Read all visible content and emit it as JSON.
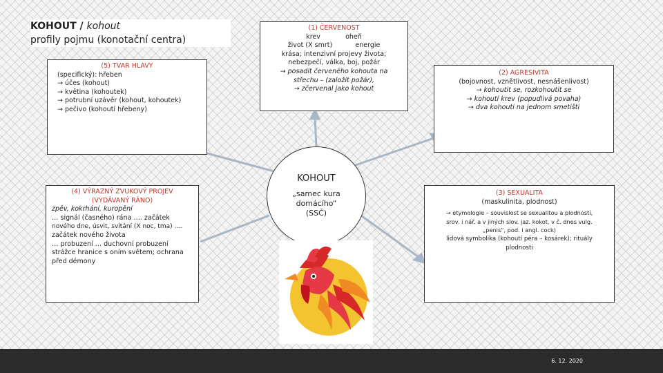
{
  "title": {
    "main": "KOHOUT /",
    "main_italic": "kohout",
    "sub": "profily pojmu (konotační centra)"
  },
  "hub": {
    "label": "KOHOUT",
    "def_1": "„samec kura",
    "def_2": "domácího“",
    "source": "(SSČ)"
  },
  "boxes": {
    "cervenost": {
      "head": "(1)  ČERVENOST",
      "lines": [
        "krev            oheň",
        "život (X smrt)           energie",
        "krása; intenzivní projevy života;",
        "nebezpečí, válka, boj, požár",
        "→  posadit červeného kohouta na",
        "střechu – (založit požár),",
        "→  zčervenal jako kohout"
      ]
    },
    "agresivita": {
      "head": "(2) AGRESIVITA",
      "lines": [
        "(bojovnost, vznětlivost, nesnášenlivost)",
        "→ kohoutit se, rozkohoutit se",
        "→ kohoutí krev (popudlivá povaha)",
        "→ dva kohouti na jednom smetišti"
      ]
    },
    "sexualita": {
      "head": "(3) SEXUALITA",
      "sub": "(maskulinita, plodnost)",
      "lines": [
        "→  etymologie – souvislost se sexualitou a plodností,",
        "srov. i nář. a v jiných slov. jaz. kokot, v č. dnes vulg.",
        "„penis“, pod. i angl. cock)",
        "lidová symbolika (kohoutí péra – kosárek); rituály",
        "plodnosti"
      ]
    },
    "zvukovy": {
      "head_1": "(4) VÝRAZNÝ ZVUKOVÝ PROJEV",
      "head_2": "(VYDÁVANÝ RÁNO)",
      "lines": [
        "zpěv, kokrhání, kuropění",
        "… signál (časného) rána …. začátek",
        "nového dne, úsvit, svítání (X noc, tma)  ….",
        "začátek nového života",
        "… probuzení … duchovní probuzení",
        "strážce hranice s oním světem; ochrana",
        "před démony"
      ]
    },
    "tvar": {
      "head": "(5) TVAR HLAVY",
      "lines": [
        "(specifický):  hřeben",
        "→ účes (kohout)",
        "→ květina (kohoutek)",
        "→ potrubní uzávěr (kohout, kohoutek)",
        "→ pečivo (kohoutí hřebeny)"
      ]
    }
  },
  "footer": {
    "date": "6. 12. 2020"
  },
  "colors": {
    "accent": "#c0392b",
    "connector": "#a9b6c4",
    "footer": "#2b2b2b"
  }
}
